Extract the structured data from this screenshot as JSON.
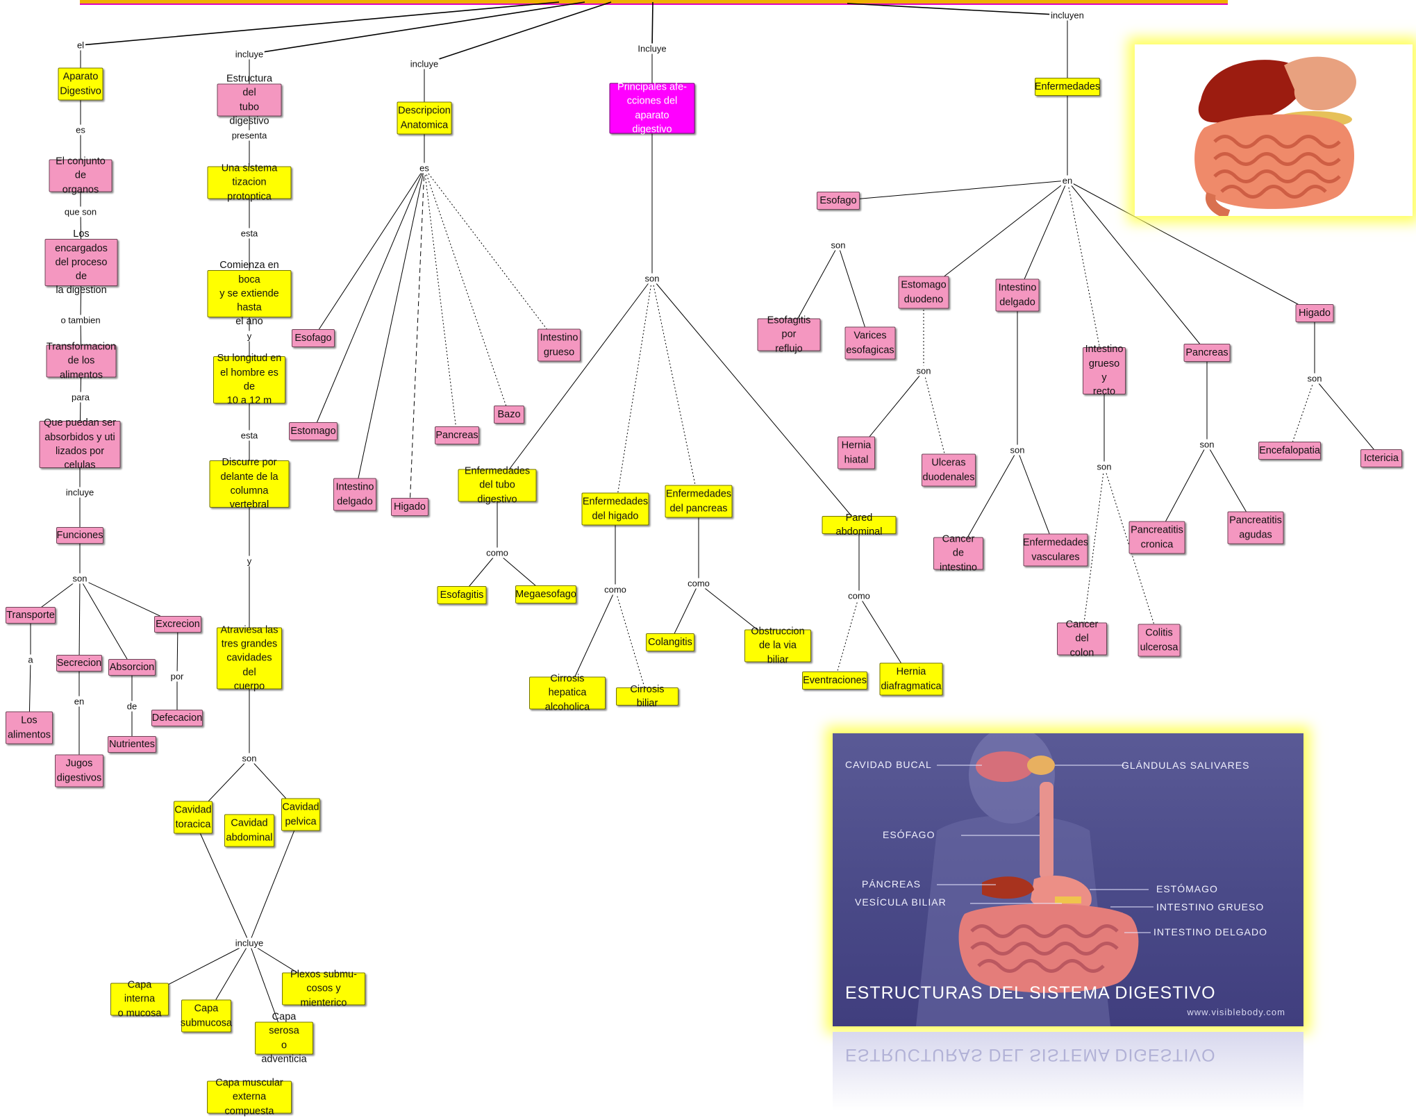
{
  "palette": {
    "pink": "#f497c0",
    "yellow": "#ffff00",
    "magenta": "#ff00ff",
    "line": "#000000",
    "banner": "#f0b000"
  },
  "nodes": [
    {
      "id": "aparato",
      "text": "Aparato\nDigestivo",
      "color": "yellow"
    },
    {
      "id": "conjunto",
      "text": "El conjunto de\norganos",
      "color": "pink"
    },
    {
      "id": "encargados",
      "text": "Los encargados\ndel proceso de\nla digestion",
      "color": "pink"
    },
    {
      "id": "transformacion",
      "text": "Transformacion\nde los alimentos",
      "color": "pink"
    },
    {
      "id": "absorbidos",
      "text": "Que puedan ser\nabsorbidos y uti\nlizados por celulas",
      "color": "pink"
    },
    {
      "id": "funciones",
      "text": "Funciones",
      "color": "pink"
    },
    {
      "id": "transporte",
      "text": "Transporte",
      "color": "pink"
    },
    {
      "id": "secrecion",
      "text": "Secrecion",
      "color": "pink"
    },
    {
      "id": "absorcion",
      "text": "Absorcion",
      "color": "pink"
    },
    {
      "id": "excrecion",
      "text": "Excrecion",
      "color": "pink"
    },
    {
      "id": "alimentos",
      "text": "Los\nalimentos",
      "color": "pink"
    },
    {
      "id": "jugos",
      "text": "Jugos\ndigestivos",
      "color": "pink"
    },
    {
      "id": "nutrientes",
      "text": "Nutrientes",
      "color": "pink"
    },
    {
      "id": "defecacion",
      "text": "Defecacion",
      "color": "pink"
    },
    {
      "id": "estructura",
      "text": "Estructura del\ntubo digestivo",
      "color": "pink"
    },
    {
      "id": "sistema",
      "text": "Una sistema\ntizacion protoptica",
      "color": "yellow"
    },
    {
      "id": "comienza",
      "text": "Comienza en boca\ny se extiende hasta\nel ano",
      "color": "yellow"
    },
    {
      "id": "longitud",
      "text": "Su longitud en\nel hombre es de\n10 a 12 m",
      "color": "yellow"
    },
    {
      "id": "discurre",
      "text": "Discurre por\ndelante de la\ncolumna vertebral",
      "color": "yellow"
    },
    {
      "id": "atraviesa",
      "text": "Atraviesa las\ntres grandes\ncavidades del\ncuerpo",
      "color": "yellow"
    },
    {
      "id": "toracica",
      "text": "Cavidad\ntoracica",
      "color": "yellow"
    },
    {
      "id": "abdominal",
      "text": "Cavidad\nabdominal",
      "color": "yellow"
    },
    {
      "id": "pelvica",
      "text": "Cavidad\npelvica",
      "color": "yellow"
    },
    {
      "id": "interna",
      "text": "Capa interna\no mucosa",
      "color": "yellow"
    },
    {
      "id": "submucosa",
      "text": "Capa\nsubmucosa",
      "color": "yellow"
    },
    {
      "id": "serosa",
      "text": "Capa serosa\no adventicia",
      "color": "yellow"
    },
    {
      "id": "plexos",
      "text": "Plexos submu-\ncosos y mienterico",
      "color": "yellow"
    },
    {
      "id": "muscular",
      "text": "Capa muscular\nexterna compuesta",
      "color": "yellow"
    },
    {
      "id": "descripcion",
      "text": "Descripcion\nAnatomica",
      "color": "yellow"
    },
    {
      "id": "esofago1",
      "text": "Esofago",
      "color": "pink"
    },
    {
      "id": "estomago1",
      "text": "Estomago",
      "color": "pink"
    },
    {
      "id": "intdelgado1",
      "text": "Intestino\ndelgado",
      "color": "pink"
    },
    {
      "id": "higado1",
      "text": "Higado",
      "color": "pink"
    },
    {
      "id": "pancreas1",
      "text": "Pancreas",
      "color": "pink"
    },
    {
      "id": "bazo",
      "text": "Bazo",
      "color": "pink"
    },
    {
      "id": "intgrueso1",
      "text": "Intestino\ngrueso",
      "color": "pink"
    },
    {
      "id": "principales",
      "text": "Principales afe-\ncciones del aparato\ndigestivo",
      "color": "magenta"
    },
    {
      "id": "enftubo",
      "text": "Enfermedades\ndel tubo digestivo",
      "color": "yellow"
    },
    {
      "id": "esofagitis",
      "text": "Esofagitis",
      "color": "yellow"
    },
    {
      "id": "megaesofago",
      "text": "Megaesofago",
      "color": "yellow"
    },
    {
      "id": "enfhigado",
      "text": "Enfermedades\ndel higado",
      "color": "yellow"
    },
    {
      "id": "cirrosishep",
      "text": "Cirrosis hepatica\nalcoholica",
      "color": "yellow"
    },
    {
      "id": "cirrosisbil",
      "text": "Cirrosis biliar",
      "color": "yellow"
    },
    {
      "id": "enfpancreas",
      "text": "Enfermedades\ndel pancreas",
      "color": "yellow"
    },
    {
      "id": "colangitis",
      "text": "Colangitis",
      "color": "yellow"
    },
    {
      "id": "obstruccion",
      "text": "Obstruccion\nde la via biliar",
      "color": "yellow"
    },
    {
      "id": "pared",
      "text": "Pared abdominal",
      "color": "yellow"
    },
    {
      "id": "eventraciones",
      "text": "Eventraciones",
      "color": "yellow"
    },
    {
      "id": "hernia_diaf",
      "text": "Hernia\ndiafragmatica",
      "color": "yellow"
    },
    {
      "id": "enfermedades",
      "text": "Enfermedades",
      "color": "yellow"
    },
    {
      "id": "esofago2",
      "text": "Esofago",
      "color": "pink"
    },
    {
      "id": "esofagitis_ref",
      "text": "Esofagitis por\nreflujo",
      "color": "pink"
    },
    {
      "id": "varices",
      "text": "Varices\nesofagicas",
      "color": "pink"
    },
    {
      "id": "estomago2",
      "text": "Estomago\nduodeno",
      "color": "pink"
    },
    {
      "id": "hernia_hiatal",
      "text": "Hernia\nhiatal",
      "color": "pink"
    },
    {
      "id": "ulceras",
      "text": "Ulceras\nduodenales",
      "color": "pink"
    },
    {
      "id": "intdelgado2",
      "text": "Intestino\ndelgado",
      "color": "pink"
    },
    {
      "id": "cancerint",
      "text": "Cancer de\nintestino",
      "color": "pink"
    },
    {
      "id": "vasculares",
      "text": "Enfermedades\nvasculares",
      "color": "pink"
    },
    {
      "id": "intgrueso2",
      "text": "Intestino\ngrueso y\nrecto",
      "color": "pink"
    },
    {
      "id": "cancercolon",
      "text": "Cancer del\ncolon",
      "color": "pink"
    },
    {
      "id": "colitis",
      "text": "Colitis\nulcerosa",
      "color": "pink"
    },
    {
      "id": "pancreas2",
      "text": "Pancreas",
      "color": "pink"
    },
    {
      "id": "panccronica",
      "text": "Pancreatitis\ncronica",
      "color": "pink"
    },
    {
      "id": "pancagudas",
      "text": "Pancreatitis\nagudas",
      "color": "pink"
    },
    {
      "id": "higado2",
      "text": "Higado",
      "color": "pink"
    },
    {
      "id": "encefalopatia",
      "text": "Encefalopatia",
      "color": "pink"
    },
    {
      "id": "ictericia",
      "text": "Ictericia",
      "color": "pink"
    }
  ],
  "labels": [
    {
      "id": "l_el",
      "text": "el"
    },
    {
      "id": "l_incluye1",
      "text": "incluye"
    },
    {
      "id": "l_incluye2",
      "text": "incluye"
    },
    {
      "id": "l_incluye3",
      "text": "Incluye"
    },
    {
      "id": "l_incluyen",
      "text": "incluyen"
    },
    {
      "id": "l_es1",
      "text": "es"
    },
    {
      "id": "l_queson",
      "text": "que son"
    },
    {
      "id": "l_otambien",
      "text": "o tambien"
    },
    {
      "id": "l_para",
      "text": "para"
    },
    {
      "id": "l_incluye4",
      "text": "incluye"
    },
    {
      "id": "l_son1",
      "text": "son"
    },
    {
      "id": "l_a",
      "text": "a"
    },
    {
      "id": "l_en1",
      "text": "en"
    },
    {
      "id": "l_de",
      "text": "de"
    },
    {
      "id": "l_por",
      "text": "por"
    },
    {
      "id": "l_presenta",
      "text": "presenta"
    },
    {
      "id": "l_esta1",
      "text": "esta"
    },
    {
      "id": "l_y1",
      "text": "y"
    },
    {
      "id": "l_esta2",
      "text": "esta"
    },
    {
      "id": "l_y2",
      "text": "y"
    },
    {
      "id": "l_son2",
      "text": "son"
    },
    {
      "id": "l_incluye5",
      "text": "incluye"
    },
    {
      "id": "l_es2",
      "text": "es"
    },
    {
      "id": "l_son3",
      "text": "son"
    },
    {
      "id": "l_como1",
      "text": "como"
    },
    {
      "id": "l_como2",
      "text": "como"
    },
    {
      "id": "l_como3",
      "text": "como"
    },
    {
      "id": "l_como4",
      "text": "como"
    },
    {
      "id": "l_en2",
      "text": "en"
    },
    {
      "id": "l_son4",
      "text": "son"
    },
    {
      "id": "l_son5",
      "text": "son"
    },
    {
      "id": "l_son6",
      "text": "son"
    },
    {
      "id": "l_son7",
      "text": "son"
    },
    {
      "id": "l_son8",
      "text": "son"
    },
    {
      "id": "l_son9",
      "text": "son"
    }
  ],
  "edges": [
    [
      "top",
      "l_el"
    ],
    [
      "l_el",
      "aparato"
    ],
    [
      "aparato",
      "l_es1"
    ],
    [
      "l_es1",
      "conjunto"
    ],
    [
      "conjunto",
      "l_queson"
    ],
    [
      "l_queson",
      "encargados"
    ],
    [
      "encargados",
      "l_otambien"
    ],
    [
      "l_otambien",
      "transformacion"
    ],
    [
      "transformacion",
      "l_para"
    ],
    [
      "l_para",
      "absorbidos"
    ],
    [
      "absorbidos",
      "l_incluye4"
    ],
    [
      "l_incluye4",
      "funciones"
    ],
    [
      "funciones",
      "l_son1"
    ],
    [
      "l_son1",
      "transporte"
    ],
    [
      "l_son1",
      "secrecion"
    ],
    [
      "l_son1",
      "absorcion"
    ],
    [
      "l_son1",
      "excrecion"
    ],
    [
      "transporte",
      "l_a"
    ],
    [
      "l_a",
      "alimentos"
    ],
    [
      "secrecion",
      "l_en1"
    ],
    [
      "l_en1",
      "jugos"
    ],
    [
      "absorcion",
      "l_de"
    ],
    [
      "l_de",
      "nutrientes"
    ],
    [
      "excrecion",
      "l_por"
    ],
    [
      "l_por",
      "defecacion"
    ],
    [
      "top",
      "l_incluye1"
    ],
    [
      "l_incluye1",
      "estructura"
    ],
    [
      "estructura",
      "l_presenta"
    ],
    [
      "l_presenta",
      "sistema"
    ],
    [
      "sistema",
      "l_esta1"
    ],
    [
      "l_esta1",
      "comienza"
    ],
    [
      "comienza",
      "l_y1"
    ],
    [
      "l_y1",
      "longitud"
    ],
    [
      "longitud",
      "l_esta2"
    ],
    [
      "l_esta2",
      "discurre"
    ],
    [
      "discurre",
      "l_y2"
    ],
    [
      "l_y2",
      "atraviesa"
    ],
    [
      "atraviesa",
      "l_son2"
    ],
    [
      "l_son2",
      "toracica"
    ],
    [
      "l_son2",
      "pelvica"
    ],
    [
      "toracica",
      "l_incluye5"
    ],
    [
      "pelvica",
      "l_incluye5"
    ],
    [
      "l_incluye5",
      "interna"
    ],
    [
      "l_incluye5",
      "submucosa"
    ],
    [
      "l_incluye5",
      "serosa"
    ],
    [
      "l_incluye5",
      "plexos"
    ],
    [
      "top",
      "l_incluye2"
    ],
    [
      "l_incluye2",
      "descripcion"
    ],
    [
      "descripcion",
      "l_es2"
    ],
    [
      "l_es2",
      "esofago1"
    ],
    [
      "l_es2",
      "estomago1"
    ],
    [
      "l_es2",
      "intdelgado1"
    ],
    [
      "l_es2",
      "higado1",
      "dashed"
    ],
    [
      "l_es2",
      "pancreas1",
      "dotted"
    ],
    [
      "l_es2",
      "bazo",
      "dotted"
    ],
    [
      "l_es2",
      "intgrueso1",
      "dotted"
    ],
    [
      "top",
      "l_incluye3"
    ],
    [
      "l_incluye3",
      "principales"
    ],
    [
      "principales",
      "l_son3"
    ],
    [
      "l_son3",
      "enftubo"
    ],
    [
      "l_son3",
      "enfhigado",
      "dotted"
    ],
    [
      "l_son3",
      "enfpancreas",
      "dotted"
    ],
    [
      "l_son3",
      "pared"
    ],
    [
      "enftubo",
      "l_como1"
    ],
    [
      "l_como1",
      "esofagitis"
    ],
    [
      "l_como1",
      "megaesofago"
    ],
    [
      "enfhigado",
      "l_como2"
    ],
    [
      "l_como2",
      "cirrosishep"
    ],
    [
      "l_como2",
      "cirrosisbil",
      "dotted"
    ],
    [
      "enfpancreas",
      "l_como3"
    ],
    [
      "l_como3",
      "colangitis"
    ],
    [
      "l_como3",
      "obstruccion"
    ],
    [
      "pared",
      "l_como4"
    ],
    [
      "l_como4",
      "eventraciones",
      "dotted"
    ],
    [
      "l_como4",
      "hernia_diaf"
    ],
    [
      "top",
      "l_incluyen"
    ],
    [
      "l_incluyen",
      "enfermedades"
    ],
    [
      "enfermedades",
      "l_en2"
    ],
    [
      "l_en2",
      "esofago2"
    ],
    [
      "l_en2",
      "estomago2"
    ],
    [
      "l_en2",
      "intdelgado2"
    ],
    [
      "l_en2",
      "intgrueso2",
      "dotted"
    ],
    [
      "l_en2",
      "pancreas2"
    ],
    [
      "l_en2",
      "higado2"
    ],
    [
      "l_son4",
      "esofagitis_ref"
    ],
    [
      "l_son4",
      "varices"
    ],
    [
      "estomago2",
      "l_son5",
      "dotted"
    ],
    [
      "l_son5",
      "hernia_hiatal"
    ],
    [
      "l_son5",
      "ulceras",
      "dotted"
    ],
    [
      "intdelgado2",
      "l_son6"
    ],
    [
      "l_son6",
      "cancerint"
    ],
    [
      "l_son6",
      "vasculares"
    ],
    [
      "intgrueso2",
      "l_son7"
    ],
    [
      "l_son7",
      "cancercolon",
      "dotted"
    ],
    [
      "l_son7",
      "colitis",
      "dotted"
    ],
    [
      "pancreas2",
      "l_son8"
    ],
    [
      "l_son8",
      "panccronica"
    ],
    [
      "l_son8",
      "pancagudas"
    ],
    [
      "higado2",
      "l_son9"
    ],
    [
      "l_son9",
      "encefalopatia",
      "dotted"
    ],
    [
      "l_son9",
      "ictericia"
    ]
  ],
  "anatomy": {
    "cavidad_bucal": "CAVIDAD BUCAL",
    "glandulas": "GLÁNDULAS SALIVARES",
    "esofago": "ESÓFAGO",
    "pancreas": "PÁNCREAS",
    "vesicula": "VESÍCULA BILIAR",
    "estomago": "ESTÓMAGO",
    "int_grueso": "INTESTINO GRUESO",
    "int_delgado": "INTESTINO DELGADO",
    "title": "ESTRUCTURAS DEL SISTEMA DIGESTIVO",
    "site": "www.visiblebody.com"
  }
}
